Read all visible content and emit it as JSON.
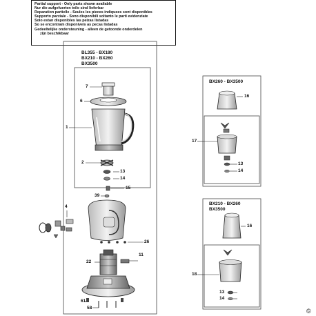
{
  "support_notes": [
    "Partial support - Only parts shown available",
    "Nur die aufgefuerten teile sind lieferbar",
    "Reparation partielle - Seules les pieces indiquees sont disponibles",
    "Supporto parziale - Sono disponibili soltanto le parti evidenziate",
    "Solo estan disponibles las peizas listadas",
    "So se encontram disponiveis as pecas listadas",
    "Gedeeltelijke ondersteuning - alleen de getoonde onderdelen",
    "zijn beschikbaar"
  ],
  "main_models": [
    "BL355 - BX180",
    "BX210 - BX260",
    "BX3500"
  ],
  "upper_right_models": [
    "BX260 - BX3500"
  ],
  "lower_right_models": [
    "BX210 - BX260",
    "BX3500"
  ],
  "callouts": {
    "p1": "1",
    "p2": "2",
    "p4": "4",
    "p6": "6",
    "p7": "7",
    "p11": "11",
    "p13": "13",
    "p14": "14",
    "p15": "15",
    "p16": "16",
    "p17": "17",
    "p18": "18",
    "p22": "22",
    "p26": "26",
    "p39": "39",
    "p58": "58",
    "p61": "61"
  },
  "copyright_symbol": "©"
}
